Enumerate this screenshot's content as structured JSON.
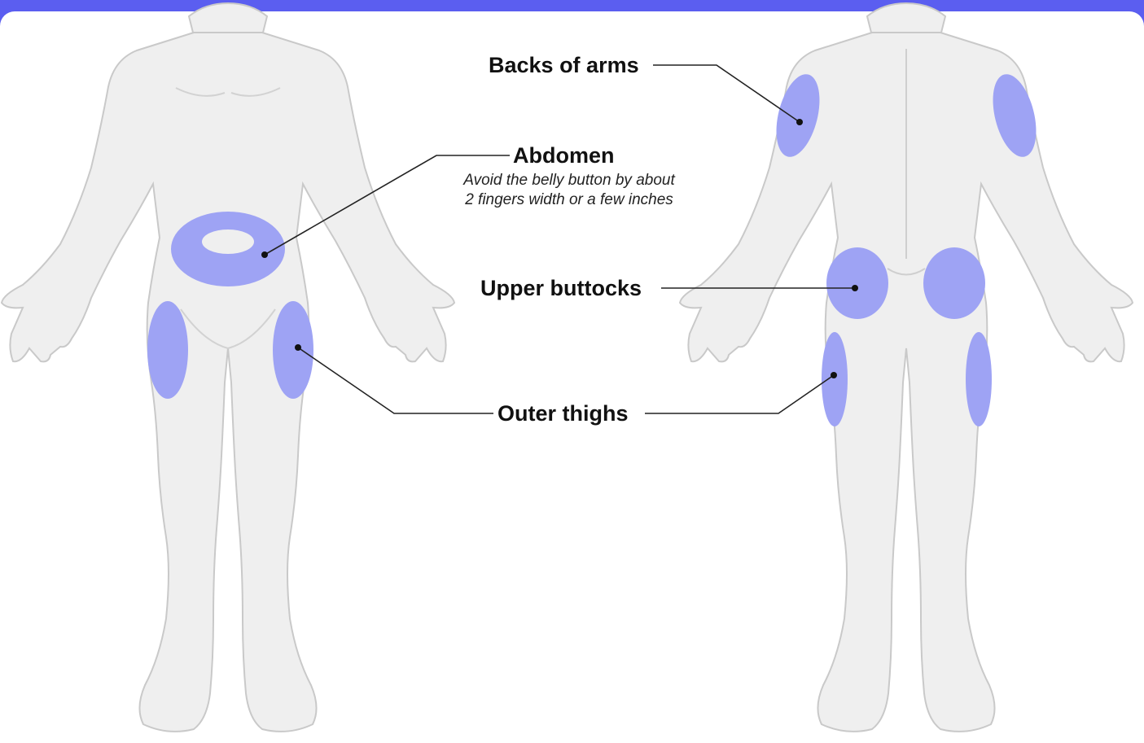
{
  "colors": {
    "frame": "#5b5ef0",
    "skin": "#efefef",
    "outline": "#c9c9c9",
    "site": "#9ea3f4",
    "leader": "#222222"
  },
  "labels": {
    "backs_of_arms": "Backs of arms",
    "abdomen": "Abdomen",
    "abdomen_note_line1": "Avoid the belly button by about",
    "abdomen_note_line2": "2 fingers width or a few inches",
    "upper_buttocks": "Upper buttocks",
    "outer_thighs": "Outer thighs"
  }
}
